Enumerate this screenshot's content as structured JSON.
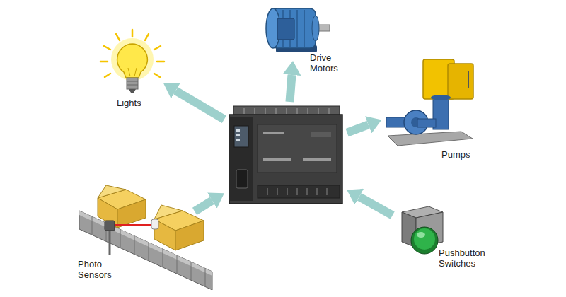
{
  "diagram": {
    "nodes": [
      {
        "text": [
          "Drive Motors"
        ]
      },
      {
        "text": [
          "Lights"
        ]
      },
      {
        "text": [
          "Pumps"
        ]
      },
      {
        "text": []
      },
      {
        "text": [
          "Photo Sensors"
        ]
      },
      {
        "text": [
          "Pushbutton Switches"
        ]
      }
    ],
    "edges": [
      {
        "from": 3,
        "to": 1,
        "arrow": "to"
      },
      {
        "from": 3,
        "to": 0,
        "arrow": "to"
      },
      {
        "from": 3,
        "to": 2,
        "arrow": "to"
      },
      {
        "from": 4,
        "to": 3,
        "arrow": "to"
      },
      {
        "from": 5,
        "to": 3,
        "arrow": "to"
      }
    ]
  }
}
